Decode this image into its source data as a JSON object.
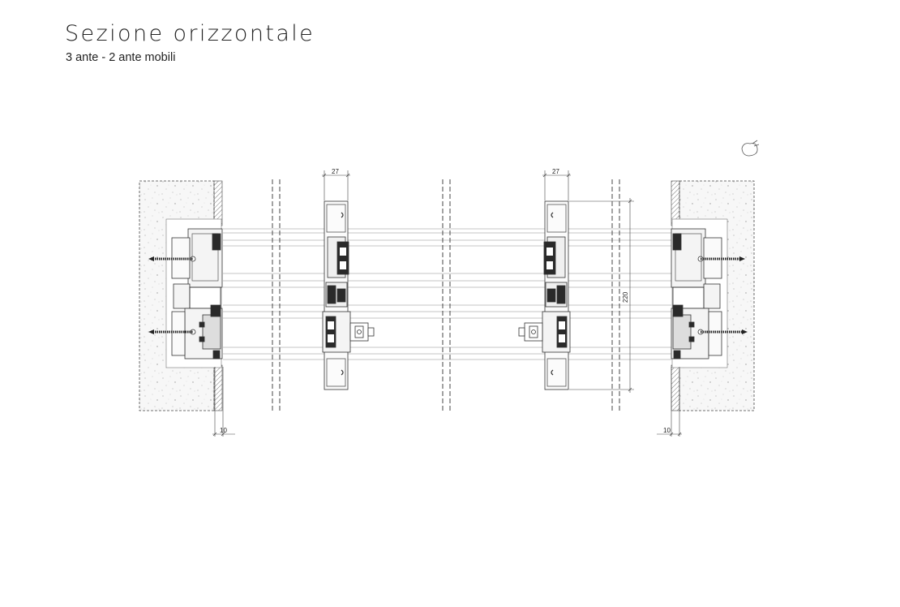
{
  "header": {
    "title": "Sezione orizzontale",
    "subtitle": "3 ante - 2 ante mobili"
  },
  "dimensions": {
    "sash_width_left": "27",
    "sash_width_right": "27",
    "overall_height": "220",
    "gap_left": "10",
    "gap_right": "10"
  },
  "colors": {
    "line": "#333333",
    "light_line": "#9a9a9a",
    "profile_fill": "#f4f4f4",
    "dark_part": "#2a2a2a"
  }
}
